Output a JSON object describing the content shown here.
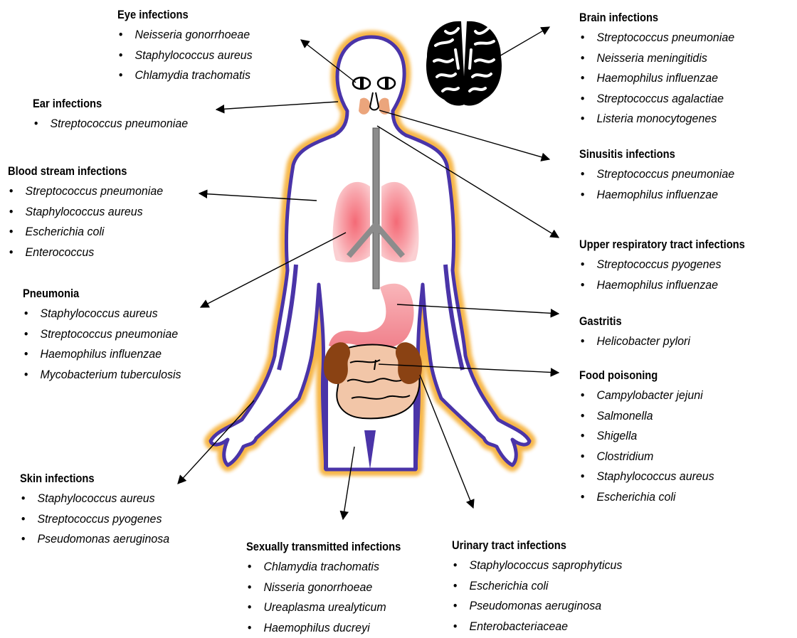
{
  "groups": {
    "eye": {
      "title": "Eye infections",
      "items": [
        "Neisseria gonorrhoeae",
        "Staphylococcus aureus",
        "Chlamydia trachomatis"
      ]
    },
    "ear": {
      "title": "Ear infections",
      "items": [
        "Streptococcus pneumoniae"
      ]
    },
    "blood": {
      "title": "Blood stream infections",
      "items": [
        "Streptococcus pneumoniae",
        "Staphylococcus aureus",
        "Escherichia coli",
        "Enterococcus"
      ]
    },
    "pneumonia": {
      "title": "Pneumonia",
      "items": [
        "Staphylococcus aureus",
        "Streptococcus pneumoniae",
        "Haemophilus influenzae",
        "Mycobacterium tuberculosis"
      ]
    },
    "skin": {
      "title": "Skin infections",
      "items": [
        "Staphylococcus aureus",
        "Streptococcus pyogenes",
        "Pseudomonas aeruginosa"
      ]
    },
    "sti": {
      "title": "Sexually transmitted infections",
      "items": [
        "Chlamydia trachomatis",
        "Nisseria gonorrhoeae",
        "Ureaplasma urealyticum",
        "Haemophilus ducreyi"
      ]
    },
    "uti": {
      "title": "Urinary tract infections",
      "items": [
        "Staphylococcus saprophyticus",
        "Escherichia coli",
        "Pseudomonas aeruginosa",
        "Enterobacteriaceae"
      ]
    },
    "brain": {
      "title": "Brain infections",
      "items": [
        "Streptococcus pneumoniae",
        "Neisseria meningitidis",
        "Haemophilus influenzae",
        "Streptococcus agalactiae",
        "Listeria monocytogenes"
      ]
    },
    "sinus": {
      "title": "Sinusitis infections",
      "items": [
        "Streptococcus pneumoniae",
        "Haemophilus influenzae"
      ]
    },
    "urti": {
      "title": "Upper respiratory tract infections",
      "items": [
        "Streptococcus pyogenes",
        "Haemophilus influenzae"
      ]
    },
    "gastritis": {
      "title": "Gastritis",
      "items": [
        "Helicobacter pylori"
      ]
    },
    "food": {
      "title": "Food poisoning",
      "items": [
        "Campylobacter jejuni",
        "Salmonella",
        "Shigella",
        "Clostridium",
        "Staphylococcus aureus",
        "Escherichia coli"
      ]
    }
  },
  "colors": {
    "body_outline": "#5a3fa0",
    "glow_outer": "#f6b341",
    "lungs": "#f9a3a8",
    "stomach": "#f4a2a8",
    "kidneys": "#8a4213",
    "intestine": "#f2c6a8",
    "sinus": "#eba57c",
    "airway": "#8c8c8c"
  },
  "icons": [
    "brain-icon",
    "eye-icon",
    "human-body-icon"
  ]
}
